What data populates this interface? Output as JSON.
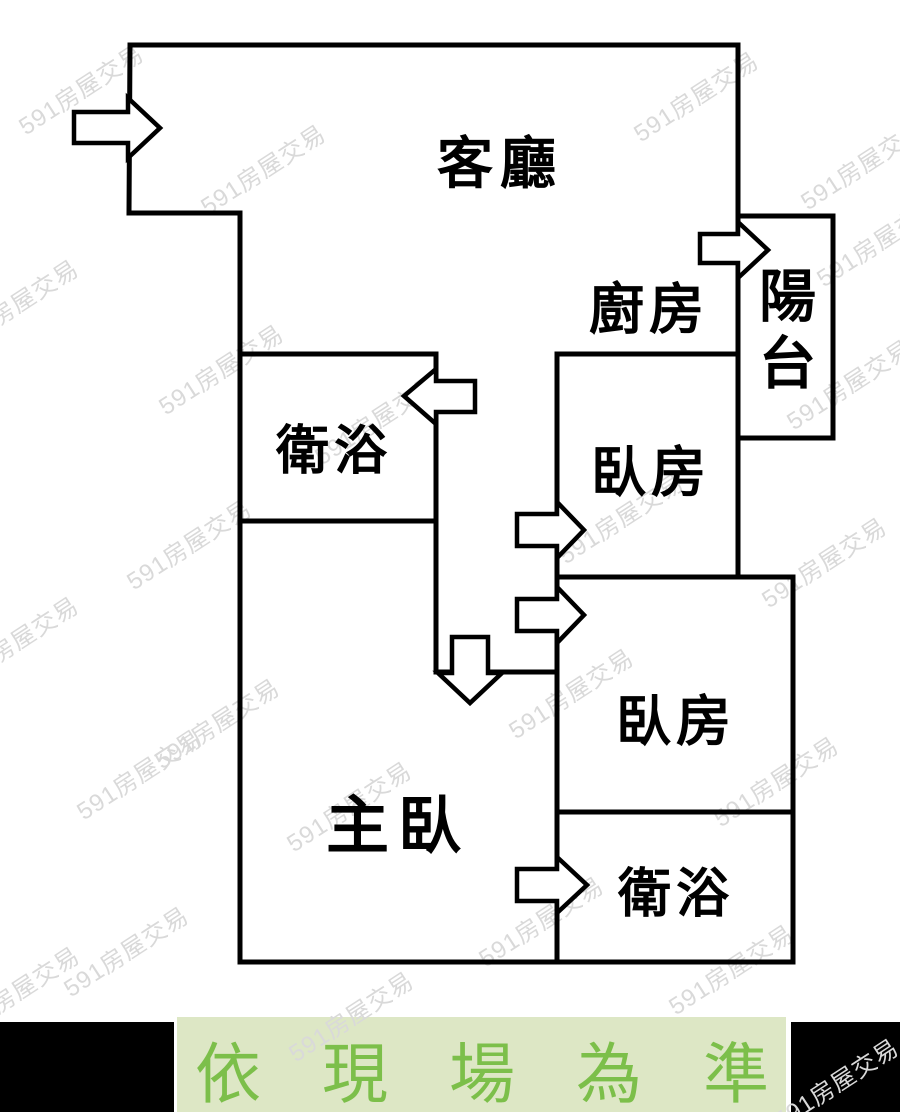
{
  "floorplan": {
    "rooms": [
      {
        "name": "living-room",
        "label": "客廳"
      },
      {
        "name": "kitchen",
        "label": "廚房"
      },
      {
        "name": "balcony",
        "label": "陽台"
      },
      {
        "name": "bathroom-1",
        "label": "衛浴"
      },
      {
        "name": "bedroom-1",
        "label": "臥房"
      },
      {
        "name": "bedroom-2",
        "label": "臥房"
      },
      {
        "name": "bathroom-2",
        "label": "衛浴"
      },
      {
        "name": "master-bedroom",
        "label": "主臥"
      }
    ],
    "arrows": [
      {
        "name": "entrance-arrow",
        "direction": "right"
      },
      {
        "name": "balcony-door-arrow",
        "direction": "right"
      },
      {
        "name": "bathroom-1-door-arrow",
        "direction": "left"
      },
      {
        "name": "bedroom-1-door-arrow",
        "direction": "right"
      },
      {
        "name": "bedroom-2-door-arrow",
        "direction": "right"
      },
      {
        "name": "master-door-arrow",
        "direction": "down"
      },
      {
        "name": "bathroom-2-door-arrow",
        "direction": "right"
      }
    ],
    "wall_color": "#000000",
    "floor_color": "#ffffff"
  },
  "watermark": {
    "text": "591房屋交易",
    "color": "#d9d9d9"
  },
  "banner": {
    "text": "依現場為準",
    "text_color": "#7cbf4a",
    "background": "#dde7c5",
    "side_bar_color": "#000000"
  }
}
